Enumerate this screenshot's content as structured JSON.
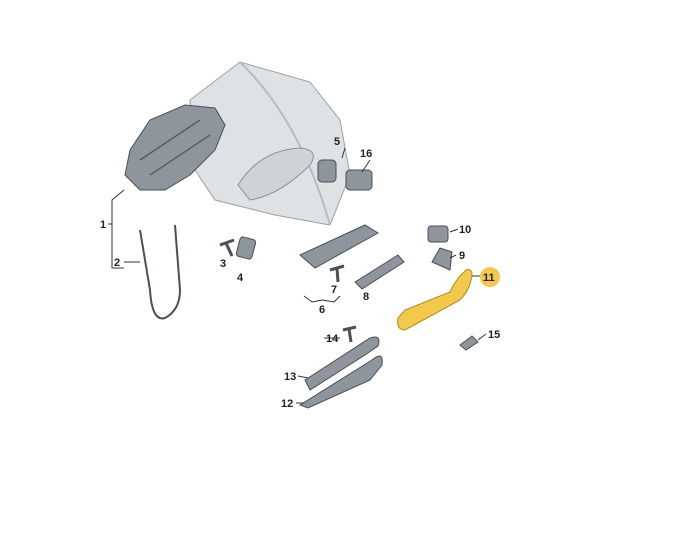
{
  "diagram": {
    "highlight_color": "#f2c94c",
    "part_color": "#8e959c",
    "labels": {
      "p1": "1",
      "p2": "2",
      "p3": "3",
      "p4": "4",
      "p5": "5",
      "p6": "6",
      "p7": "7",
      "p8": "8",
      "p9": "9",
      "p10": "10",
      "p11": "11",
      "p12": "12",
      "p13": "13",
      "p14": "14",
      "p15": "15",
      "p16": "16"
    }
  }
}
